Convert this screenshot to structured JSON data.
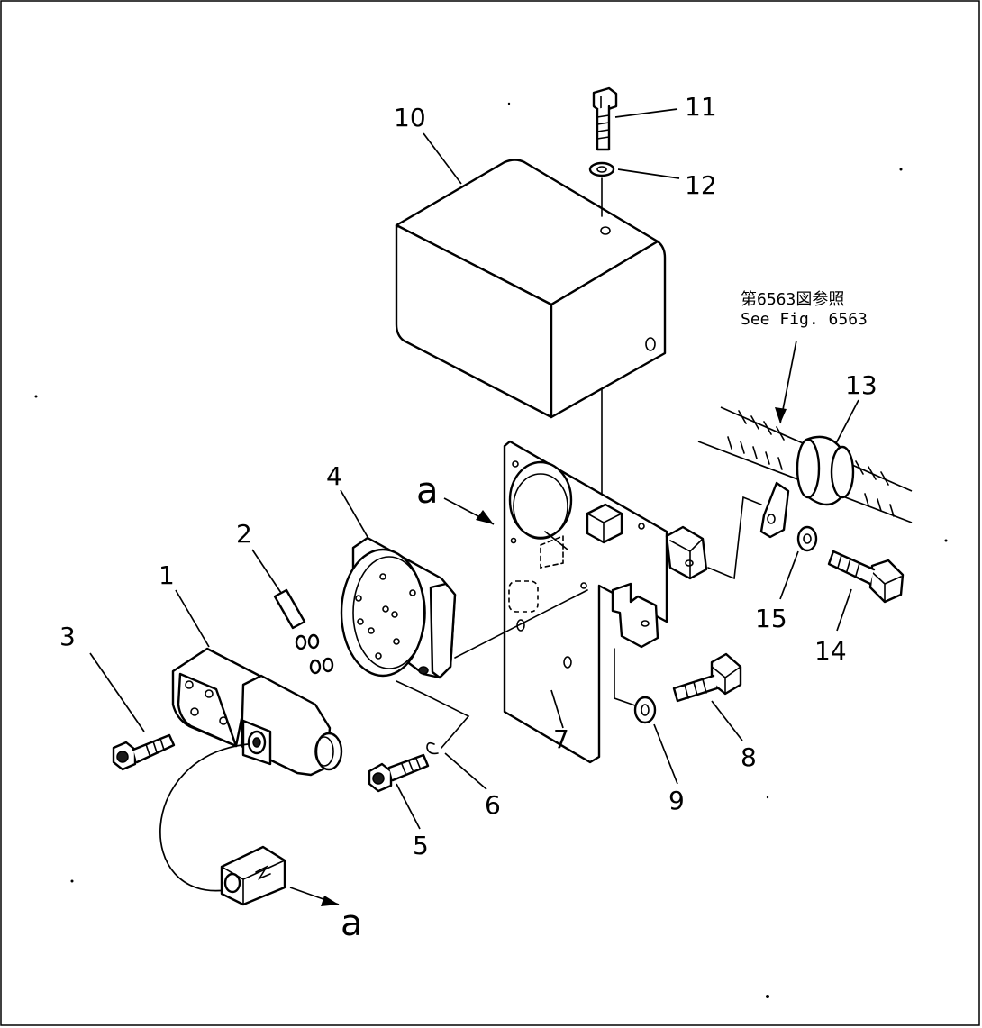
{
  "callouts": {
    "c1": "1",
    "c2": "2",
    "c3": "3",
    "c4": "4",
    "c5": "5",
    "c6": "6",
    "c7": "7",
    "c8": "8",
    "c9": "9",
    "c10": "10",
    "c11": "11",
    "c12": "12",
    "c13": "13",
    "c14": "14",
    "c15": "15"
  },
  "connection_marker": {
    "top": "a",
    "bottom": "a"
  },
  "reference": {
    "japanese": "第6563図参照",
    "english": "See Fig. 6563"
  }
}
